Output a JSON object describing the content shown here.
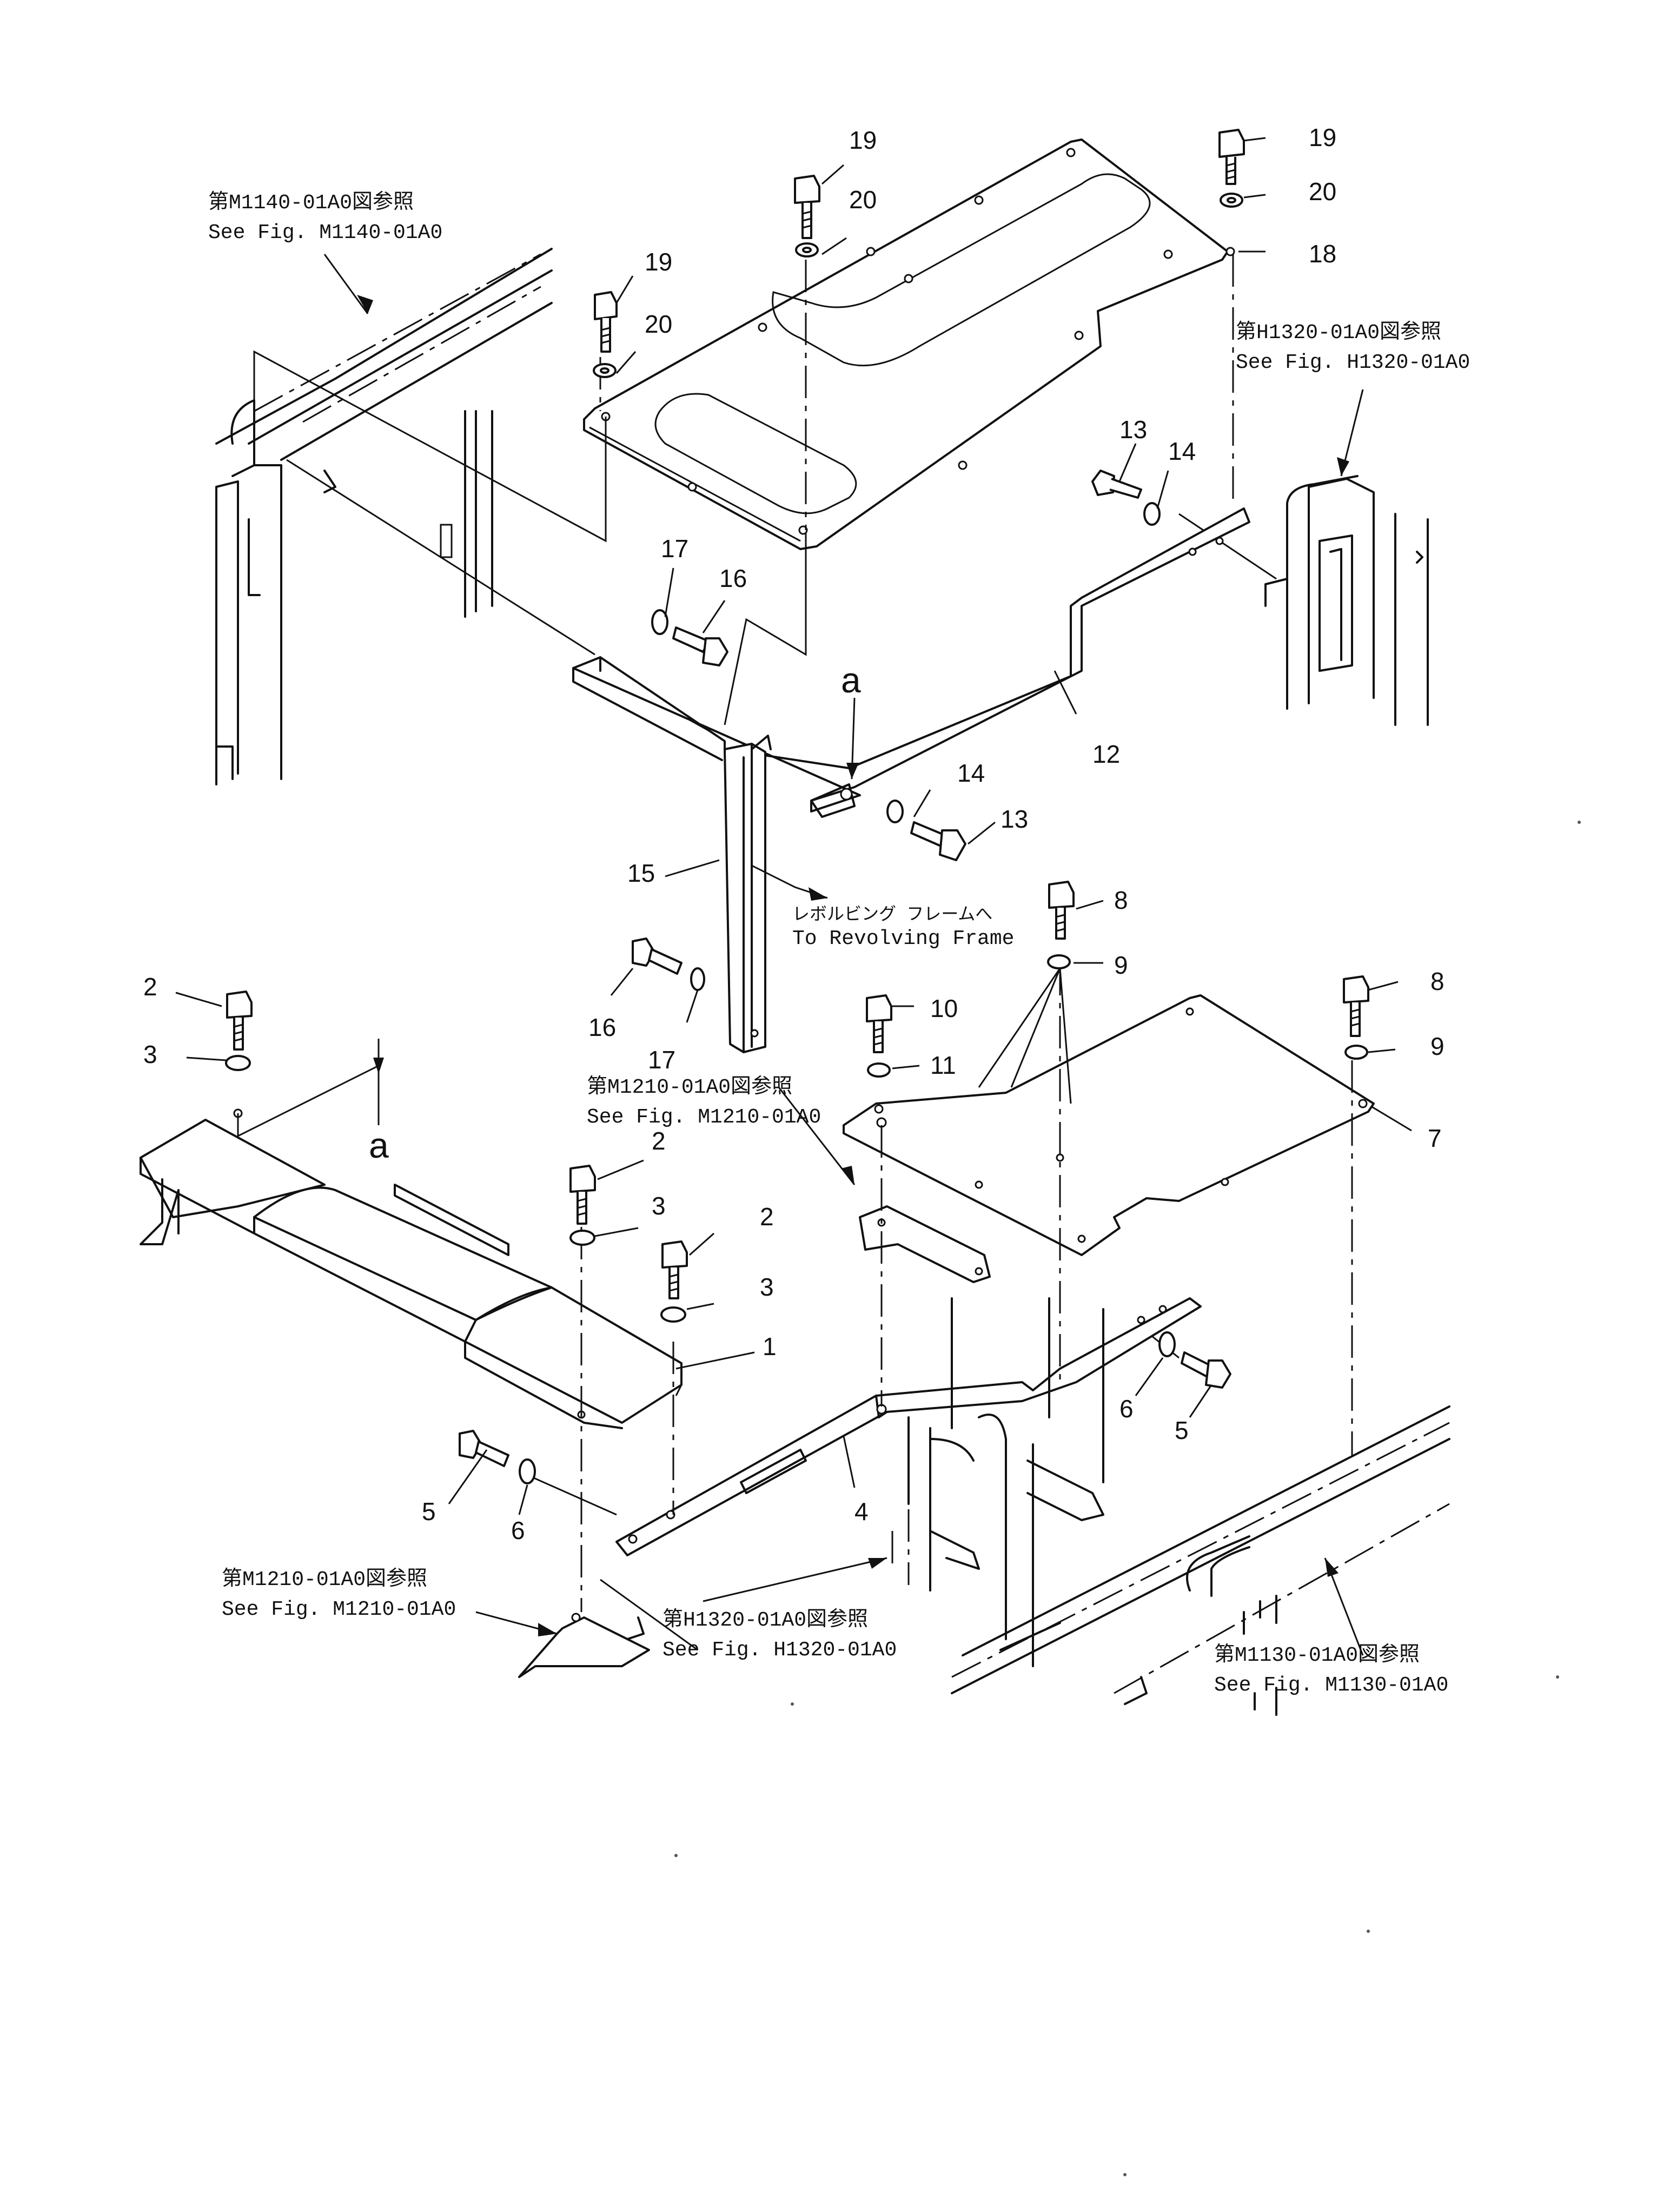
{
  "callouts": {
    "c1": "1",
    "c2a": "2",
    "c2b": "2",
    "c2c": "2",
    "c3a": "3",
    "c3b": "3",
    "c3c": "3",
    "c4": "4",
    "c5a": "5",
    "c5b": "5",
    "c6a": "6",
    "c6b": "6",
    "c7": "7",
    "c8a": "8",
    "c8b": "8",
    "c9a": "9",
    "c9b": "9",
    "c10": "10",
    "c11": "11",
    "c12": "12",
    "c13a": "13",
    "c13b": "13",
    "c14a": "14",
    "c14b": "14",
    "c15": "15",
    "c16a": "16",
    "c16b": "16",
    "c17a": "17",
    "c17b": "17",
    "c18": "18",
    "c19a": "19",
    "c19b": "19",
    "c19c": "19",
    "c20a": "20",
    "c20b": "20",
    "c20c": "20"
  },
  "section_marks": {
    "upper": "a",
    "lower": "a"
  },
  "references": {
    "m1140_jp": "第M1140-01A0図参照",
    "m1140_en": "See  Fig. M1140-01A0",
    "h1320_top_jp": "第H1320-01A0図参照",
    "h1320_top_en": "See  Fig. H1320-01A0",
    "revolving_jp": "レボルビング フレームへ",
    "revolving_en": "To Revolving Frame",
    "m1210_mid_jp": "第M1210-01A0図参照",
    "m1210_mid_en": "See  Fig. M1210-01A0",
    "m1210_low_jp": "第M1210-01A0図参照",
    "m1210_low_en": "See  Fig. M1210-01A0",
    "h1320_low_jp": "第H1320-01A0図参照",
    "h1320_low_en": "See  Fig. H1320-01A0",
    "m1130_jp": "第M1130-01A0図参照",
    "m1130_en": "See  Fig. M1130-01A0"
  }
}
